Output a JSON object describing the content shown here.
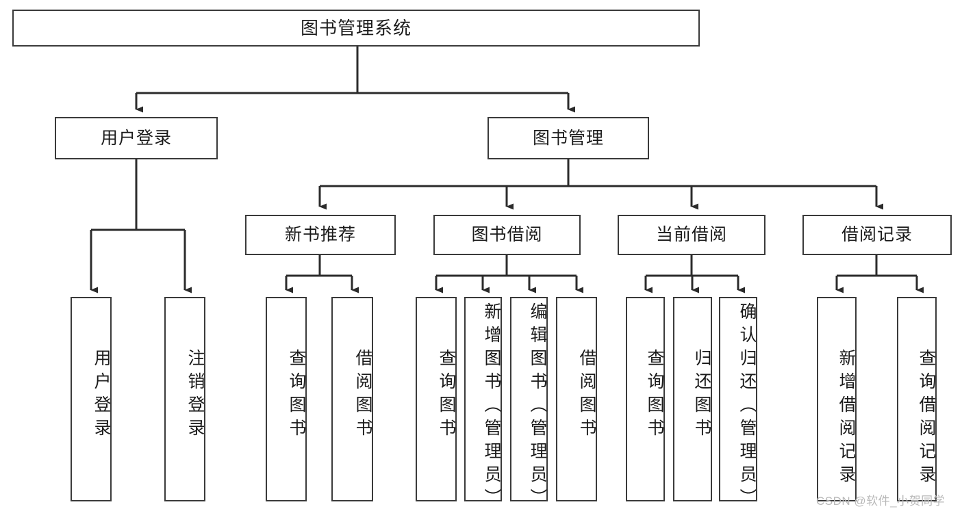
{
  "diagram": {
    "type": "tree-hierarchy",
    "title": "图书管理系统",
    "root": {
      "label": "图书管理系统"
    },
    "level2": [
      {
        "label": "用户登录"
      },
      {
        "label": "图书管理"
      }
    ],
    "level3": [
      {
        "label": "新书推荐"
      },
      {
        "label": "图书借阅"
      },
      {
        "label": "当前借阅"
      },
      {
        "label": "借阅记录"
      }
    ],
    "leaves": {
      "user_login": [
        {
          "label": "用户登录"
        },
        {
          "label": "注销登录"
        }
      ],
      "new_book_recommend": [
        {
          "label": "查询图书"
        },
        {
          "label": "借阅图书"
        }
      ],
      "book_borrow": [
        {
          "label": "查询图书"
        },
        {
          "label": "新增图书（管理员）"
        },
        {
          "label": "编辑图书（管理员）"
        },
        {
          "label": "借阅图书"
        }
      ],
      "current_borrow": [
        {
          "label": "查询图书"
        },
        {
          "label": "归还图书"
        },
        {
          "label": "确认归还（管理员）"
        }
      ],
      "borrow_record": [
        {
          "label": "新增借阅记录"
        },
        {
          "label": "查询借阅记录"
        }
      ]
    }
  },
  "watermark": {
    "text": "CSDN @软件_小贺同学"
  },
  "colors": {
    "box_border": "#3a3a3a",
    "box_fill": "#ffffff",
    "text": "#1b1b1b",
    "connector": "#2b2b2b",
    "watermark": "#b9b9b9",
    "background": "#ffffff"
  }
}
